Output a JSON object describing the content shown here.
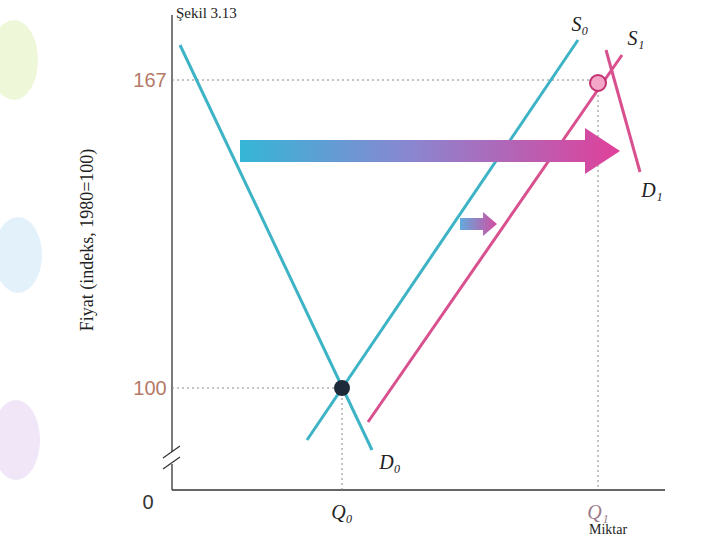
{
  "diagram": {
    "title": "Şekil 3.13",
    "labels": [
      "Fiyat (indeks, 1980=100)",
      "167",
      "100",
      "0",
      "S₀",
      "S₁",
      "D₀",
      "D₁",
      "Q₀",
      "Q₁",
      "Miktar"
    ]
  }
}
